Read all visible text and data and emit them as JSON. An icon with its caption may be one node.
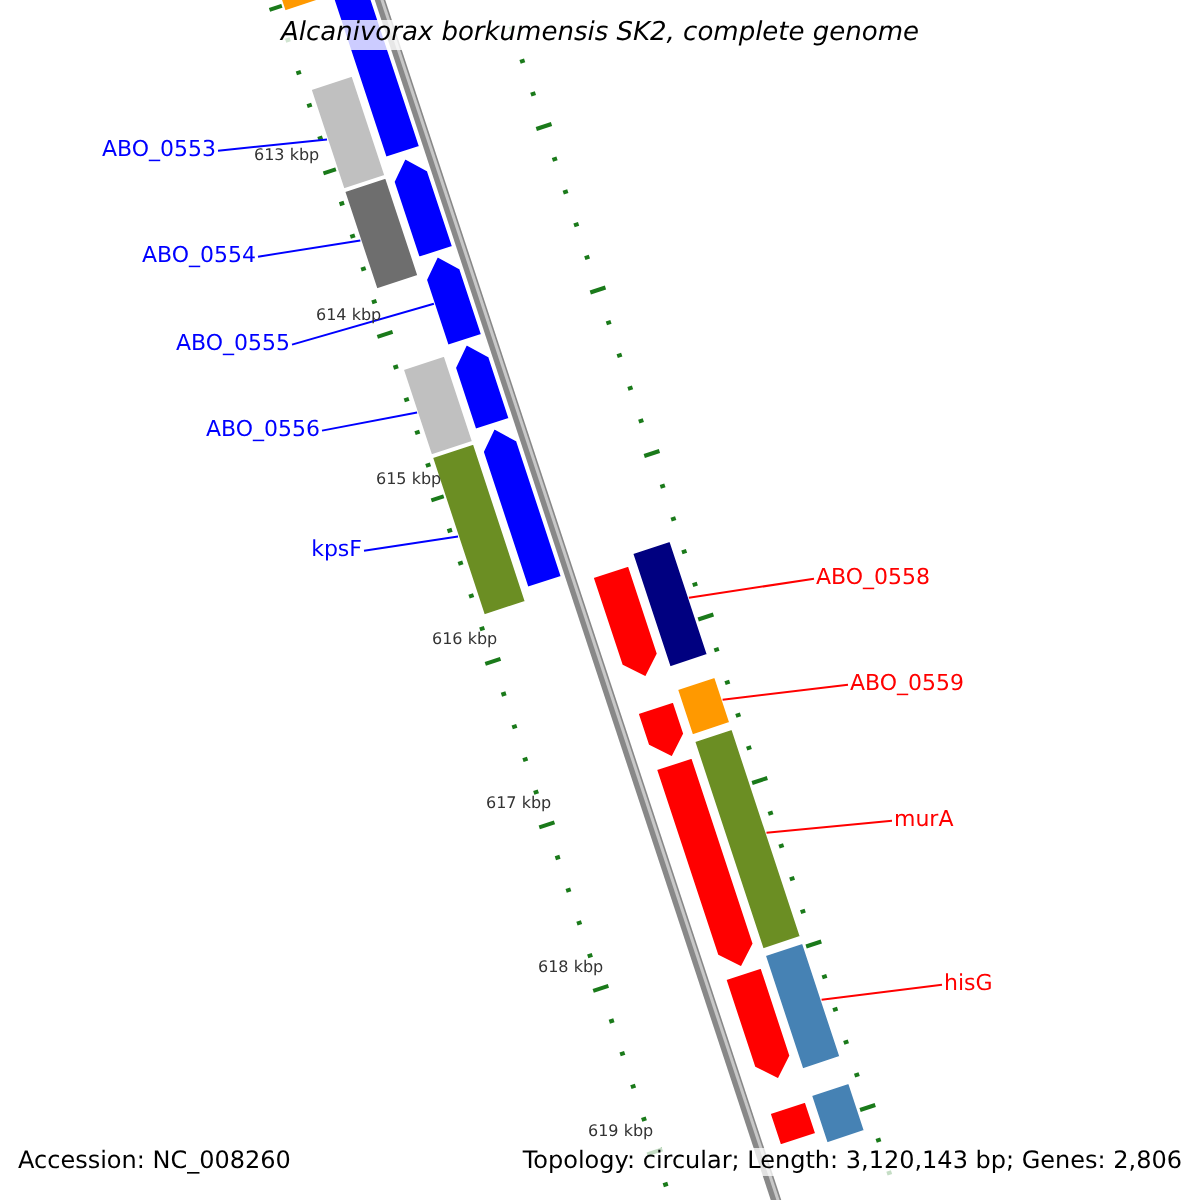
{
  "diagram": {
    "title": "Alcanivorax borkumensis SK2, complete genome",
    "nodes": [
      {
        "text": [
          "ABO_0553"
        ]
      },
      {
        "text": [],
        "shape": "bar"
      },
      {
        "text": [
          "ABO_0554"
        ]
      },
      {
        "text": [],
        "shape": "bar"
      },
      {
        "text": [
          "ABO_0555"
        ]
      },
      {
        "text": [],
        "shape": "bar"
      },
      {
        "text": [
          "ABO_0556"
        ]
      },
      {
        "text": [],
        "shape": "bar"
      },
      {
        "text": [
          "kpsF"
        ]
      },
      {
        "text": [],
        "shape": "bar"
      },
      {
        "text": [
          "ABO_0558"
        ]
      },
      {
        "text": [],
        "shape": "bar"
      },
      {
        "text": [
          "ABO_0559"
        ]
      },
      {
        "text": [],
        "shape": "bar"
      },
      {
        "text": [
          "murA"
        ]
      },
      {
        "text": [],
        "shape": "bar"
      },
      {
        "text": [
          "hisG"
        ]
      },
      {
        "text": [],
        "shape": "bar"
      },
      {
        "text": [],
        "shape": "bar"
      },
      {
        "text": [],
        "shape": "bar"
      },
      {
        "text": [],
        "shape": "bar"
      },
      {
        "text": [],
        "shape": "bar"
      },
      {
        "text": [],
        "shape": "bar"
      },
      {
        "text": [],
        "shape": "bar"
      },
      {
        "text": [],
        "shape": "bar"
      },
      {
        "text": [],
        "shape": "bar"
      },
      {
        "text": [],
        "shape": "bar"
      },
      {
        "text": [],
        "shape": "bar"
      },
      {
        "text": [],
        "shape": "bar"
      }
    ],
    "edges": [
      {
        "from": 0,
        "to": 1,
        "arrow": "none",
        "color": "#0000ff"
      },
      {
        "from": 2,
        "to": 3,
        "arrow": "none",
        "color": "#0000ff"
      },
      {
        "from": 4,
        "to": 5,
        "arrow": "none",
        "color": "#0000ff"
      },
      {
        "from": 6,
        "to": 7,
        "arrow": "none",
        "color": "#0000ff"
      },
      {
        "from": 8,
        "to": 9,
        "arrow": "none",
        "color": "#0000ff"
      },
      {
        "from": 10,
        "to": 11,
        "arrow": "none",
        "color": "#ff0000"
      },
      {
        "from": 12,
        "to": 13,
        "arrow": "none",
        "color": "#ff0000"
      },
      {
        "from": 14,
        "to": 15,
        "arrow": "none",
        "color": "#ff0000"
      },
      {
        "from": 16,
        "to": 17,
        "arrow": "none",
        "color": "#ff0000"
      }
    ],
    "labels": [
      "613 kbp",
      "614 kbp",
      "615 kbp",
      "616 kbp",
      "617 kbp",
      "618 kbp",
      "619 kbp",
      "Accession: NC_008260",
      "Topology: circular; Length: 3,120,143 bp; Genes: 2,806"
    ]
  }
}
